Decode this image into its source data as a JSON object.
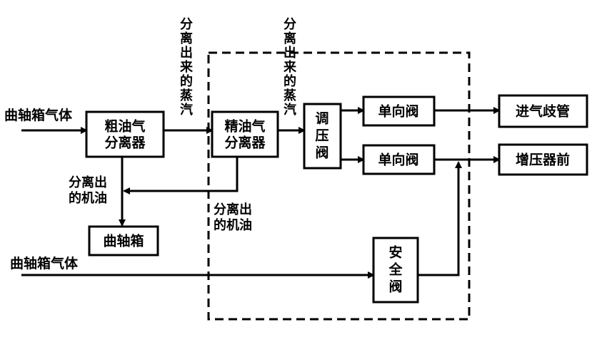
{
  "inputs": {
    "crankcase_gas_top": "曲轴箱气体",
    "crankcase_gas_bottom": "曲轴箱气体"
  },
  "blocks": {
    "coarse_separator": [
      "粗油气",
      "分离器"
    ],
    "fine_separator": [
      "精油气",
      "分离器"
    ],
    "pressure_regulator": [
      "调",
      "压",
      "阀"
    ],
    "check_valve_upper": "单向阀",
    "check_valve_lower": "单向阀",
    "intake_manifold": "进气歧管",
    "before_turbo": "增压器前",
    "crankcase": "曲轴箱",
    "safety_valve": [
      "安",
      "全",
      "阀"
    ]
  },
  "annotations": {
    "separated_vapor_1": [
      "分",
      "离",
      "出",
      "来",
      "的",
      "蒸",
      "汽"
    ],
    "separated_vapor_2": [
      "分",
      "离",
      "出",
      "来",
      "的",
      "蒸",
      "汽"
    ],
    "separated_oil_left": [
      "分离出",
      "的机油"
    ],
    "separated_oil_mid": [
      "分离出",
      "的机油"
    ]
  },
  "colors": {
    "stroke": "#000000",
    "background": "#ffffff"
  }
}
